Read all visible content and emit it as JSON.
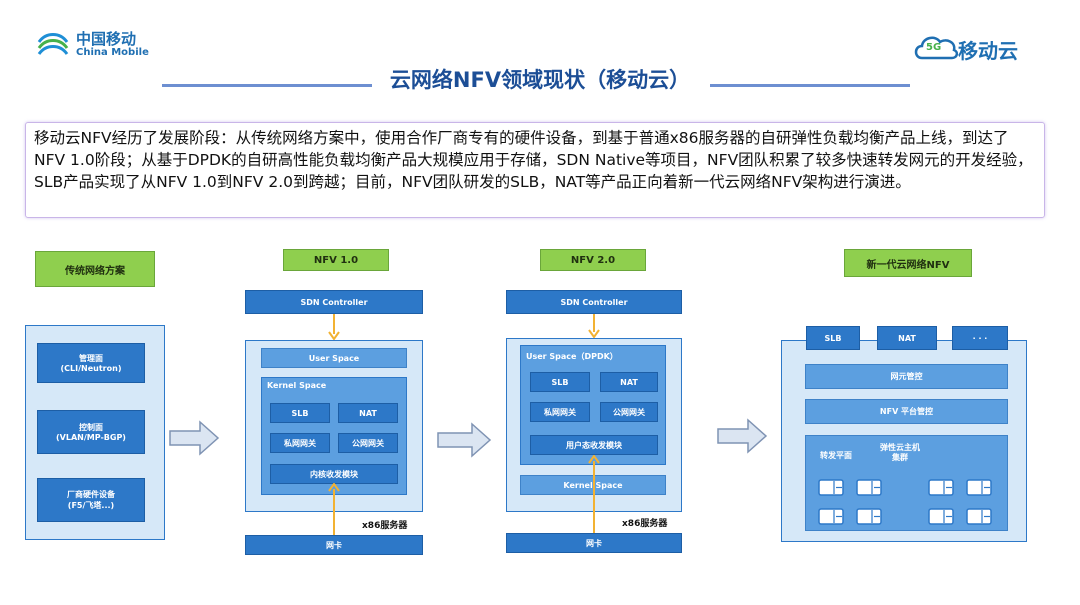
{
  "brand": {
    "logo_cn": "中国移动",
    "logo_en": "China Mobile",
    "right_logo": "移动云",
    "right_badge": "5G"
  },
  "title": "云网络NFV领域现状（移动云）",
  "summary": "移动云NFV经历了发展阶段：从传统网络方案中，使用合作厂商专有的硬件设备，到基于普通x86服务器的自研弹性负载均衡产品上线，到达了NFV 1.0阶段；从基于DPDK的自研高性能负载均衡产品大规模应用于存储，SDN Native等项目，NFV团队积累了较多快速转发网元的开发经验，SLB产品实现了从NFV 1.0到NFV 2.0到跨越；目前，NFV团队研发的SLB，NAT等产品正向着新一代云网络NFV架构进行演进。",
  "traditional": {
    "tag": "传统网络方案",
    "boxes": [
      "管理面\n(CLI/Neutron)",
      "控制面\n(VLAN/MP-BGP)",
      "厂商硬件设备\n(F5/飞塔...)"
    ]
  },
  "nfv1": {
    "tag": "NFV 1.0",
    "controller": "SDN Controller",
    "user_space": "User Space",
    "kernel_space": "Kernel Space",
    "slb": "SLB",
    "nat": "NAT",
    "private_gw": "私网网关",
    "public_gw": "公网网关",
    "module": "内核收发模块",
    "server": "x86服务器",
    "nic": "网卡"
  },
  "nfv2": {
    "tag": "NFV 2.0",
    "controller": "SDN Controller",
    "user_space": "User Space（DPDK）",
    "slb": "SLB",
    "nat": "NAT",
    "private_gw": "私网网关",
    "public_gw": "公网网关",
    "module": "用户态收发模块",
    "kernel_space": "Kernel Space",
    "server": "x86服务器",
    "nic": "网卡"
  },
  "next_gen": {
    "tag": "新一代云网络NFV",
    "slb": "SLB",
    "nat": "NAT",
    "more": "· · ·",
    "ne_mgmt": "网元管控",
    "platform_mgmt": "NFV 平台管控",
    "forward_plane": "转发平面",
    "cluster": "弹性云主机\n集群"
  },
  "colors": {
    "primary_blue": "#2d78c8",
    "panel_blue": "#d6e8f8",
    "tag_green": "#8fcf4e",
    "title_blue": "#1c4e96",
    "connector_orange": "#f2b233"
  }
}
